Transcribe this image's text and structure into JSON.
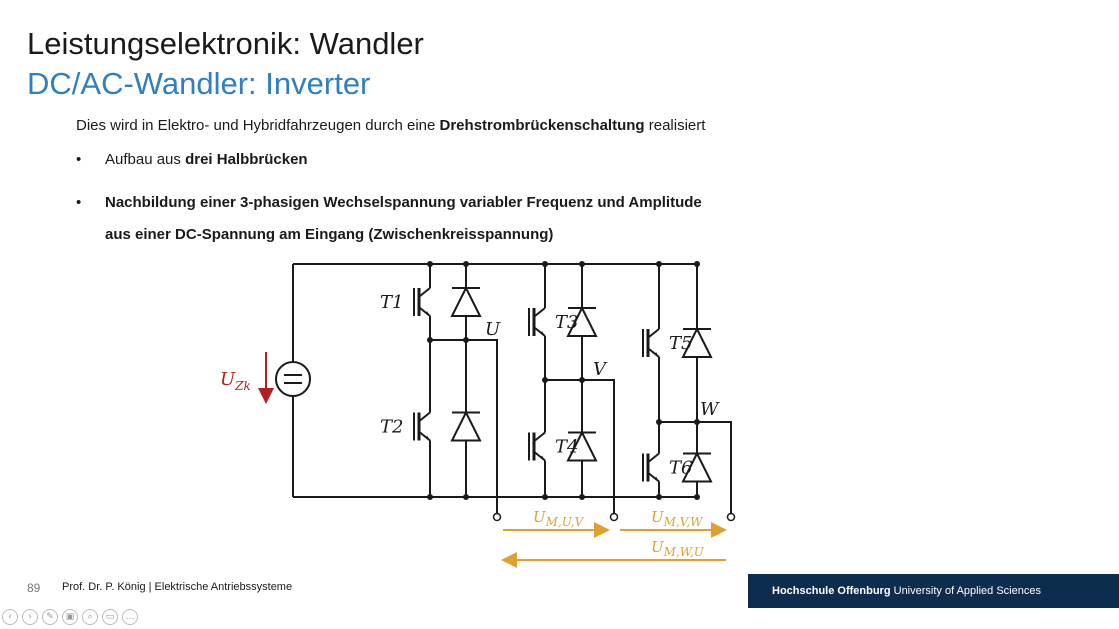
{
  "slide": {
    "title_main": "Leistungselektronik: Wandler",
    "title_sub": "DC/AC-Wandler: Inverter",
    "intro_prefix": "Dies wird in Elektro- und Hybridfahrzeugen durch eine ",
    "intro_bold": "Drehstrombrückenschaltung",
    "intro_suffix": " realisiert",
    "bullet1_prefix": "Aufbau aus ",
    "bullet1_bold": "drei Halbbrücken",
    "bullet2_line1": "Nachbildung einer 3-phasigen Wechselspannung variabler Frequenz und Amplitude",
    "bullet2_line2": "aus einer DC-Spannung am Eingang (Zwischenkreisspannung)",
    "bullet_symbol": "•"
  },
  "circuit": {
    "source_label": "U",
    "source_label_sub": "Zk",
    "transistors": [
      "T1",
      "T2",
      "T3",
      "T4",
      "T5",
      "T6"
    ],
    "phases": [
      "U",
      "V",
      "W"
    ],
    "voltages": [
      {
        "main": "U",
        "sub": "M,U,V"
      },
      {
        "main": "U",
        "sub": "M,V,W"
      },
      {
        "main": "U",
        "sub": "M,W,U"
      }
    ],
    "colors": {
      "source": "#b02020",
      "measure": "#e0a030"
    }
  },
  "footer": {
    "page_number": "89",
    "author": "Prof. Dr. P. König | Elektrische Antriebssysteme",
    "institution_bold": "Hochschule Offenburg",
    "institution_rest": "University of Applied Sciences"
  },
  "controls": {
    "icons": [
      "prev-icon",
      "next-icon",
      "pen-icon",
      "slides-icon",
      "zoom-icon",
      "screen-icon",
      "more-icon"
    ],
    "glyphs": [
      "‹",
      "›",
      "✎",
      "▣",
      "⌕",
      "▭",
      "…"
    ]
  }
}
